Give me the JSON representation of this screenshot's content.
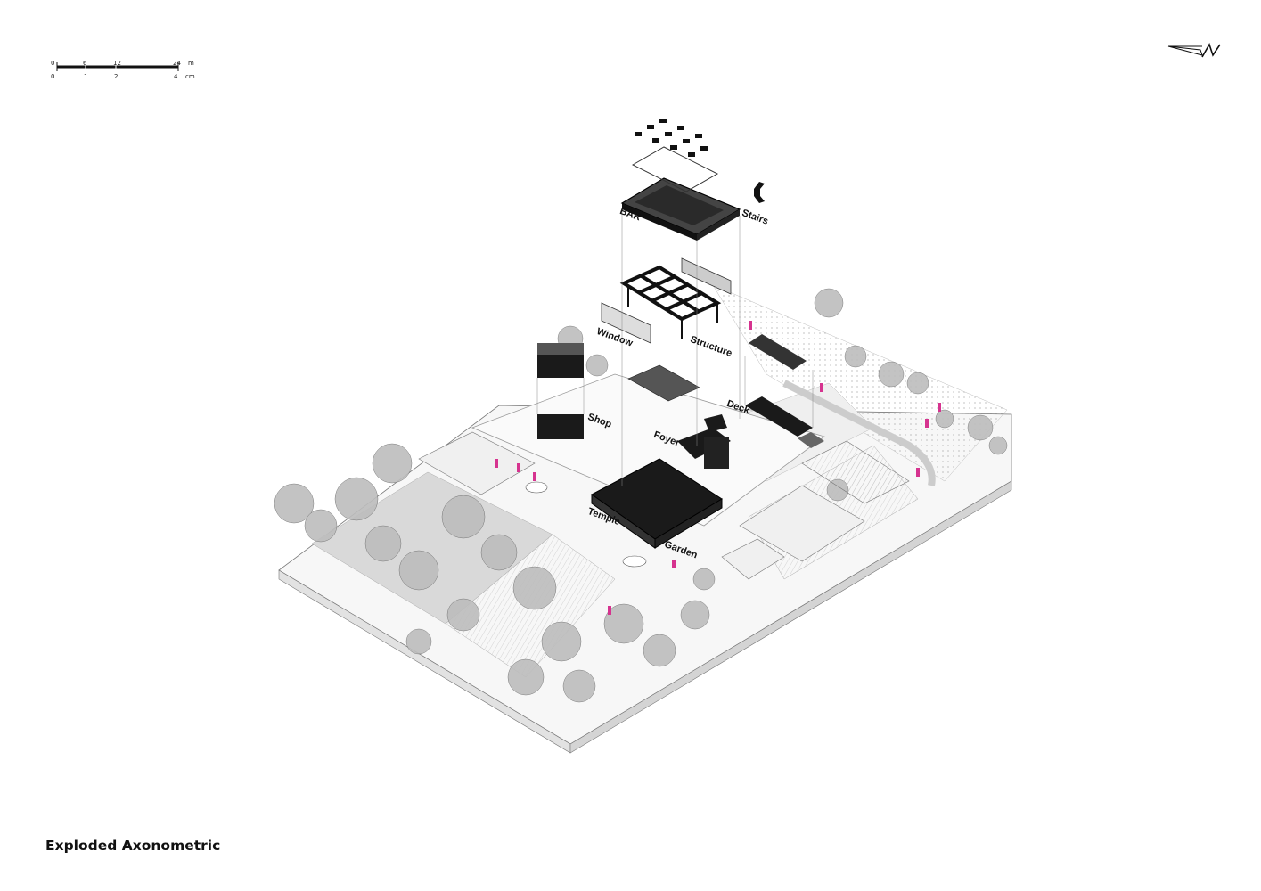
{
  "scale_bar": {
    "meters": [
      "0",
      "6",
      "12",
      "24"
    ],
    "meters_unit": "m",
    "cm": [
      "0",
      "1",
      "2",
      "4"
    ],
    "cm_unit": "cm"
  },
  "layers": {
    "bar": "BAR",
    "stairs": "Stairs",
    "window": "Window",
    "structure": "Structure",
    "shop": "Shop",
    "foyer": "Foyer",
    "deck": "Deck",
    "temple": "Temple",
    "garden": "Garden"
  },
  "title": "Exploded Axonometric",
  "colors": {
    "accent_people": "#d6338f",
    "solid": "#1a1a1a",
    "ground": "#e6e6e6",
    "linework": "#555555"
  },
  "icons": {
    "north": "north-arrow-icon"
  }
}
